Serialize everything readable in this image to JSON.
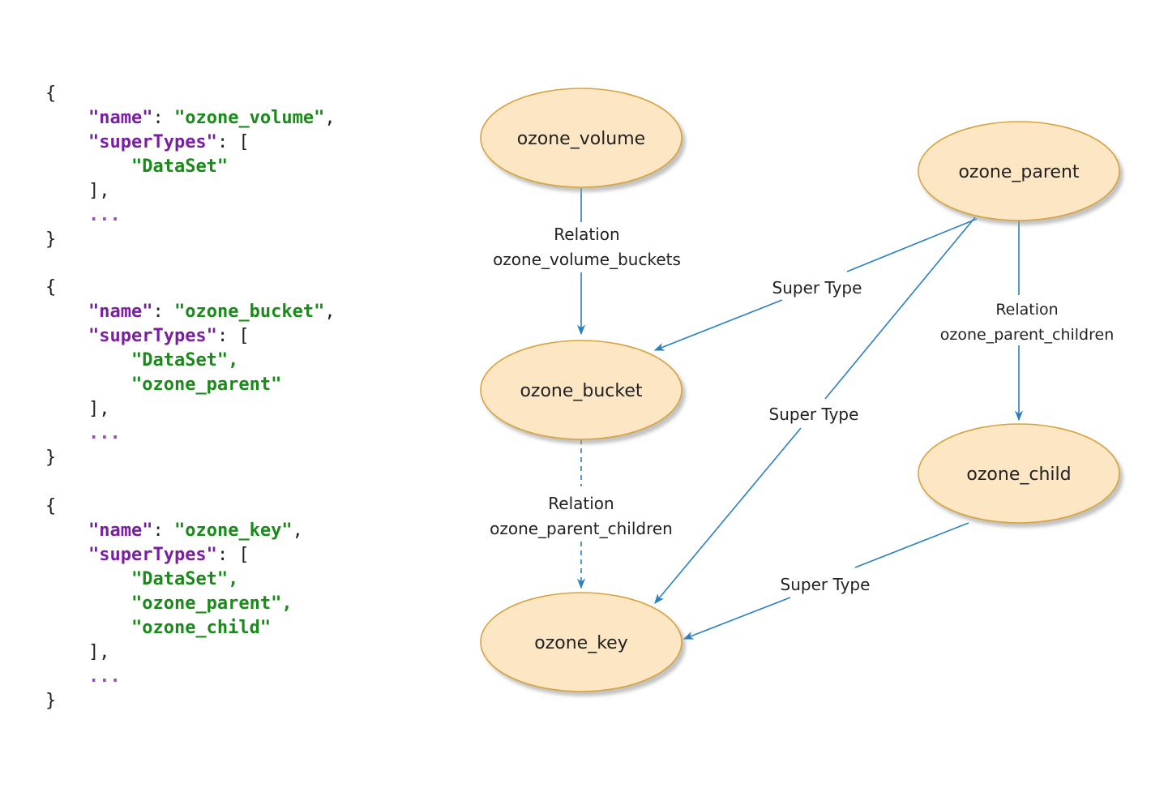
{
  "code_blocks": [
    {
      "name_key": "\"name\"",
      "name_value": "\"ozone_volume\"",
      "supertypes_key": "\"superTypes\"",
      "supertypes": [
        "\"DataSet\""
      ],
      "ellipsis": "..."
    },
    {
      "name_key": "\"name\"",
      "name_value": "\"ozone_bucket\"",
      "supertypes_key": "\"superTypes\"",
      "supertypes": [
        "\"DataSet\",",
        "\"ozone_parent\""
      ],
      "ellipsis": "..."
    },
    {
      "name_key": "\"name\"",
      "name_value": "\"ozone_key\"",
      "supertypes_key": "\"superTypes\"",
      "supertypes": [
        "\"DataSet\",",
        "\"ozone_parent\",",
        "\"ozone_child\""
      ],
      "ellipsis": "..."
    }
  ],
  "diagram": {
    "nodes": {
      "ozone_volume": "ozone_volume",
      "ozone_bucket": "ozone_bucket",
      "ozone_key": "ozone_key",
      "ozone_parent": "ozone_parent",
      "ozone_child": "ozone_child"
    },
    "edges": {
      "volume_buckets": {
        "line1": "Relation",
        "line2": "ozone_volume_buckets",
        "style": "solid"
      },
      "bucket_key_children": {
        "line1": "Relation",
        "line2": "ozone_parent_children",
        "style": "dashed"
      },
      "parent_child_children": {
        "line1": "Relation",
        "line2": "ozone_parent_children",
        "style": "solid"
      },
      "parent_bucket_super": {
        "label": "Super Type"
      },
      "parent_key_super": {
        "label": "Super Type"
      },
      "child_key_super": {
        "label": "Super Type"
      }
    },
    "colors": {
      "node_fill": "#fde6c4",
      "node_stroke": "#d6a440",
      "edge": "#2a7fc1",
      "shadow": "#b8b8b8"
    }
  }
}
